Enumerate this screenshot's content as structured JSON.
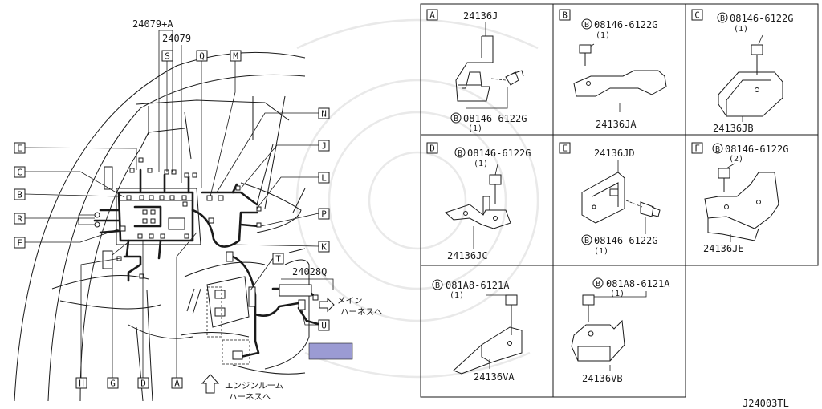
{
  "colors": {
    "ink": "#1a1a1a",
    "highlight": "#9b9bd3"
  },
  "main": {
    "top_numbers": [
      "24079+A",
      "24079"
    ],
    "connector_part": "24028Q",
    "callouts": [
      "S",
      "Q",
      "M",
      "N",
      "J",
      "L",
      "P",
      "K",
      "T",
      "U",
      "E",
      "C",
      "B",
      "R",
      "F",
      "H",
      "G",
      "D",
      "A"
    ],
    "main_harness_label": [
      "メイン",
      "ハーネスへ"
    ],
    "engine_room_label": [
      "エンジンルーム",
      "ハーネスへ"
    ]
  },
  "panels": [
    {
      "letter": "A",
      "part": "24136J",
      "bolt_symbol": "B",
      "bolt": "08146-6122G",
      "qty": "(1)"
    },
    {
      "letter": "B",
      "part": "24136JA",
      "bolt_symbol": "B",
      "bolt": "08146-6122G",
      "qty": "(1)"
    },
    {
      "letter": "C",
      "part": "24136JB",
      "bolt_symbol": "B",
      "bolt": "08146-6122G",
      "qty": "(1)"
    },
    {
      "letter": "D",
      "part": "24136JC",
      "bolt_symbol": "B",
      "bolt": "08146-6122G",
      "qty": "(1)"
    },
    {
      "letter": "E",
      "part": "24136JD",
      "bolt_symbol": "B",
      "bolt": "08146-6122G",
      "qty": "(1)"
    },
    {
      "letter": "F",
      "part": "24136JE",
      "bolt_symbol": "B",
      "bolt": "08146-6122G",
      "qty": "(2)"
    },
    {
      "letter": "",
      "part": "24136VA",
      "bolt_symbol": "B",
      "bolt": "081A8-6121A",
      "qty": "(1)"
    },
    {
      "letter": "",
      "part": "24136VB",
      "bolt_symbol": "B",
      "bolt": "081A8-6121A",
      "qty": "(1)"
    }
  ],
  "figure_id": "J24003TL"
}
